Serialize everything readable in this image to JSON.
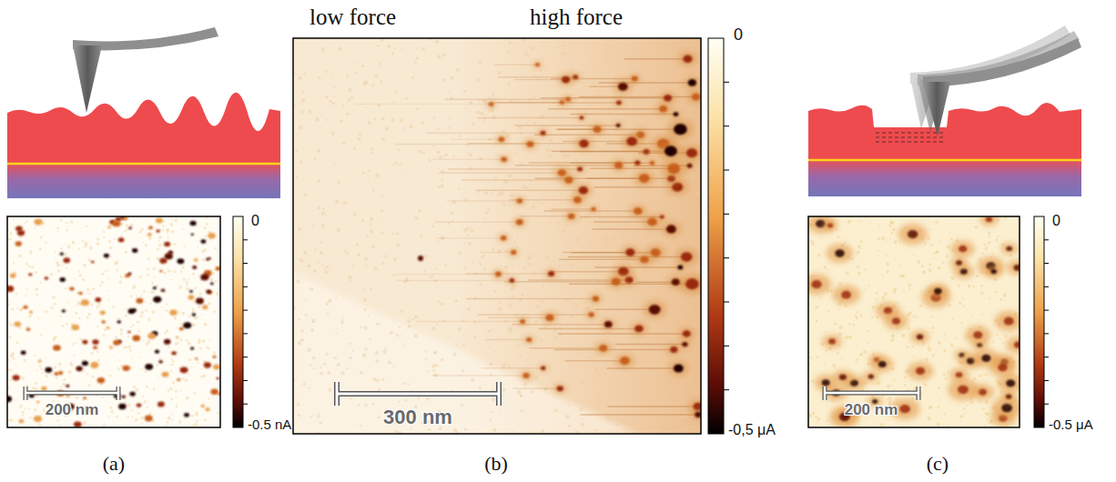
{
  "diagram": {
    "labels": [
      "low force",
      "high force",
      "0",
      "-0.5 nA",
      "200 nm",
      "(a)",
      "0",
      "-0,5 μA",
      "300 nm",
      "(b)",
      "0",
      "-0.5 μA",
      "200 nm",
      "(c)"
    ]
  }
}
